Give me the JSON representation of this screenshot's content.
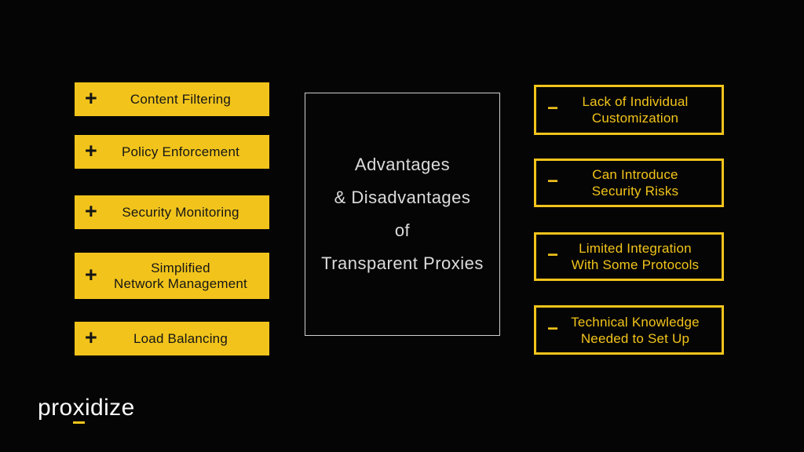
{
  "theme": {
    "background": "#050505",
    "accent_yellow": "#F2C41B",
    "title_text_color": "#DCDCDC",
    "title_border_color": "#CFCFCF",
    "advantage_text_color": "#161616",
    "logo_text_color": "#FAFAFA"
  },
  "icons": {
    "plus": "+",
    "minus": "−"
  },
  "title_box": {
    "lines": [
      "Advantages",
      "& Disadvantages",
      "of",
      "Transparent Proxies"
    ]
  },
  "advantages": [
    {
      "label": "Content Filtering"
    },
    {
      "label": "Policy Enforcement"
    },
    {
      "label": "Security Monitoring"
    },
    {
      "label": "Simplified\nNetwork Management"
    },
    {
      "label": "Load Balancing"
    }
  ],
  "disadvantages": [
    {
      "label": "Lack of Individual\nCustomization"
    },
    {
      "label": "Can Introduce\nSecurity Risks"
    },
    {
      "label": "Limited Integration\nWith Some Protocols"
    },
    {
      "label": "Technical Knowledge\nNeeded to Set Up"
    }
  ],
  "logo": {
    "part1": "pro",
    "part2": "x",
    "part3": "idize"
  }
}
